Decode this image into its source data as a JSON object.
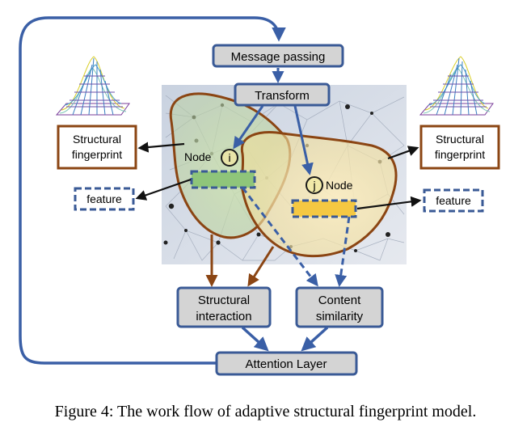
{
  "boxes": {
    "message_passing": "Message passing",
    "transform": "Transform",
    "structural_interaction": [
      "Structural",
      "interaction"
    ],
    "content_similarity": [
      "Content",
      "similarity"
    ],
    "attention_layer": "Attention Layer"
  },
  "left": {
    "fingerprint": [
      "Structural",
      "fingerprint"
    ],
    "feature": "feature"
  },
  "right": {
    "fingerprint": [
      "Structural",
      "fingerprint"
    ],
    "feature": "feature"
  },
  "nodes": {
    "node_i_label": "Node",
    "node_i_symbol": "i",
    "node_j_label": "Node",
    "node_j_symbol": "j"
  },
  "caption": "Figure 4: The work flow of adaptive structural fingerprint model.",
  "colors": {
    "box_fill": "#d4d4d4",
    "box_stroke": "#3a5a96",
    "brown": "#8b4513",
    "blue_arrow": "#3a5fa6",
    "green_feature": "#8fc57a",
    "yellow_feature": "#f5c842",
    "node_circle": "#f1e9a8"
  }
}
